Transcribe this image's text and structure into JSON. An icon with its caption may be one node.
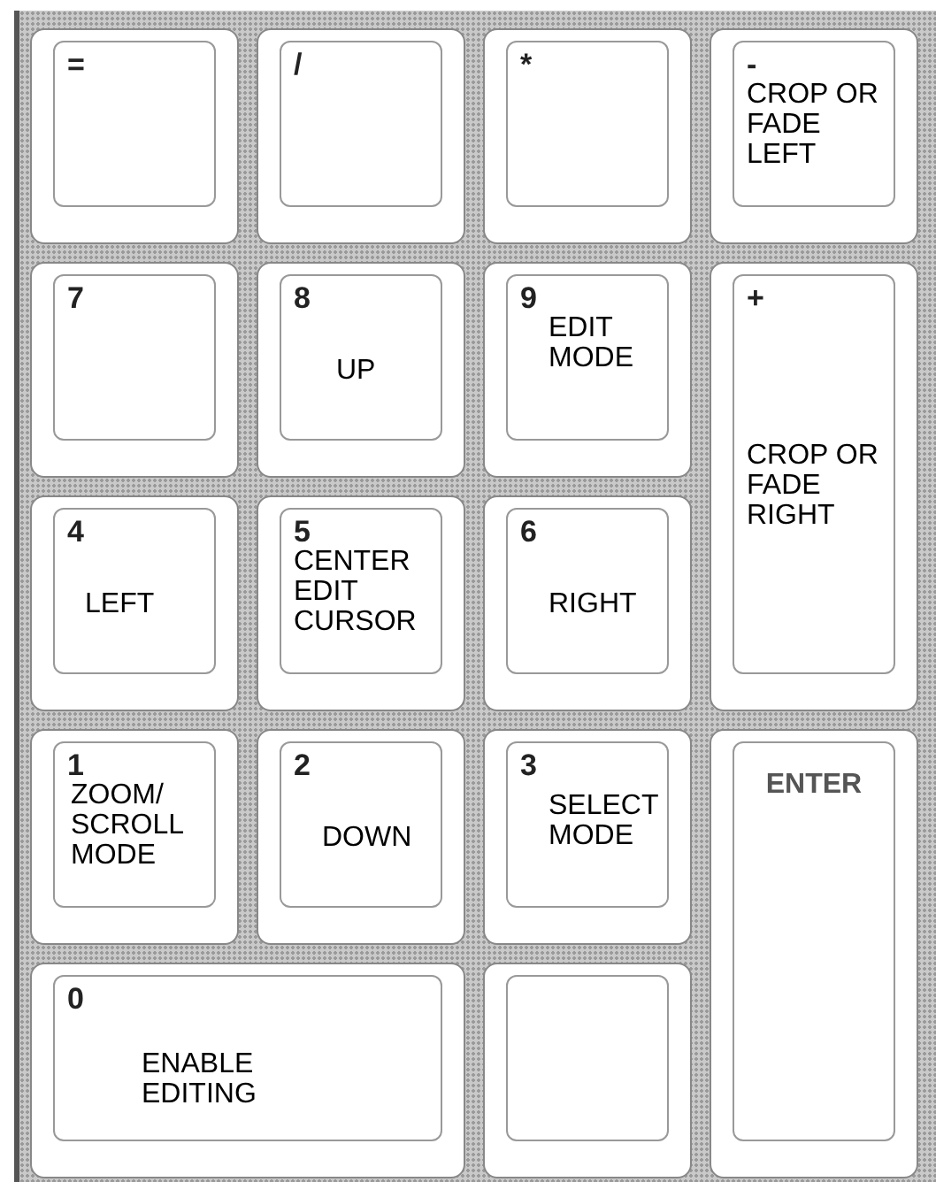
{
  "diagram": {
    "nodes": [
      {
        "text": [
          "="
        ]
      },
      {
        "text": [
          "/"
        ]
      },
      {
        "text": [
          "*"
        ]
      },
      {
        "text": [
          "-",
          "CROP OR FADE LEFT"
        ]
      },
      {
        "text": [
          "7"
        ]
      },
      {
        "text": [
          "8",
          "UP"
        ]
      },
      {
        "text": [
          "9",
          "EDIT MODE"
        ]
      },
      {
        "text": [
          "+",
          "CROP OR FADE RIGHT"
        ]
      },
      {
        "text": [
          "4",
          "LEFT"
        ]
      },
      {
        "text": [
          "5",
          "CENTER EDIT CURSOR"
        ]
      },
      {
        "text": [
          "6",
          "RIGHT"
        ]
      },
      {
        "text": [
          "1",
          "ZOOM/ SCROLL MODE"
        ]
      },
      {
        "text": [
          "2",
          "DOWN"
        ]
      },
      {
        "text": [
          "3",
          "SELECT MODE"
        ]
      },
      {
        "text": [
          "ENTER"
        ]
      },
      {
        "text": [
          "0",
          "ENABLE EDITING"
        ]
      },
      {
        "text": [],
        "shape": "box"
      }
    ]
  }
}
